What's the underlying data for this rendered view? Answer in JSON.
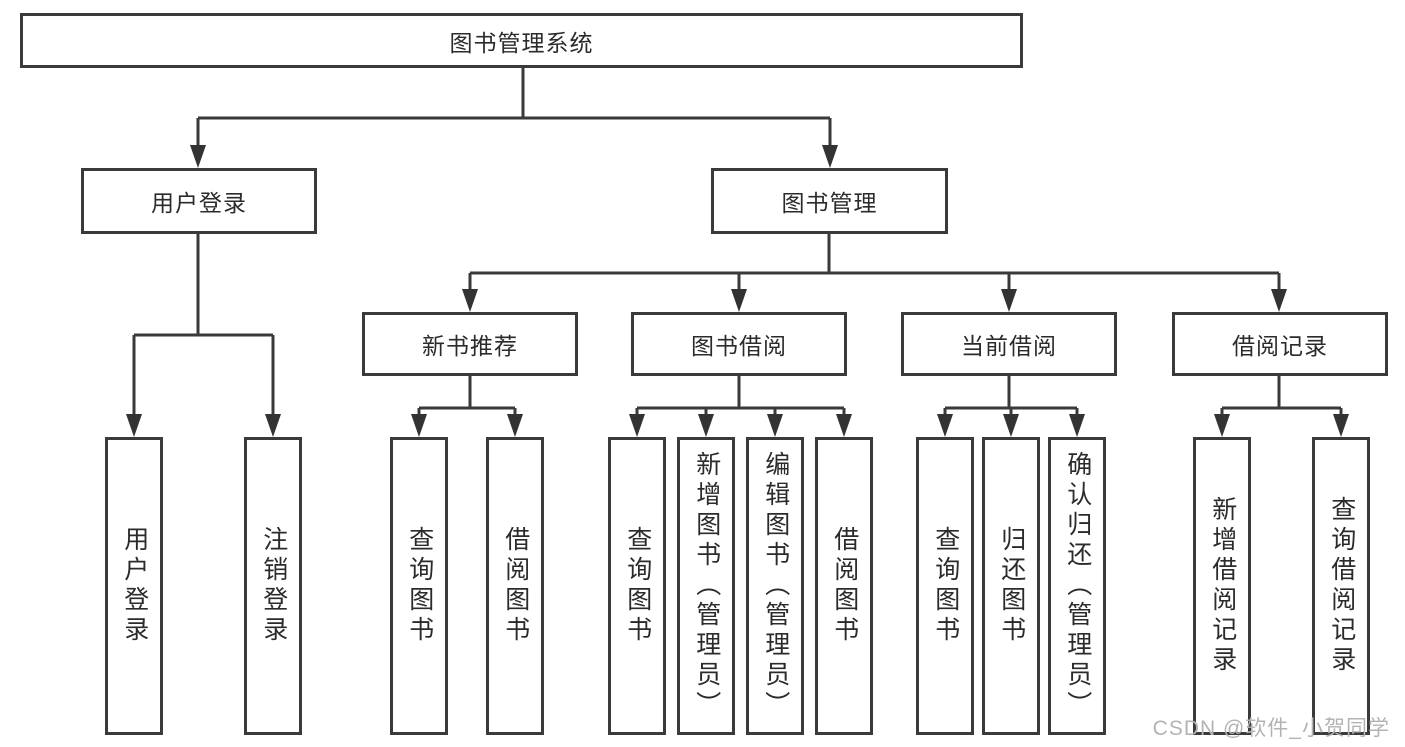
{
  "diagram": {
    "type": "hierarchy-tree",
    "root": {
      "label": "图书管理系统",
      "children": [
        {
          "label": "用户登录",
          "children": [
            {
              "label": "用户登录"
            },
            {
              "label": "注销登录"
            }
          ]
        },
        {
          "label": "图书管理",
          "children": [
            {
              "label": "新书推荐",
              "children": [
                {
                  "label": "查询图书"
                },
                {
                  "label": "借阅图书"
                }
              ]
            },
            {
              "label": "图书借阅",
              "children": [
                {
                  "label": "查询图书"
                },
                {
                  "label": "新增图书（管理员）"
                },
                {
                  "label": "编辑图书（管理员）"
                },
                {
                  "label": "借阅图书"
                }
              ]
            },
            {
              "label": "当前借阅",
              "children": [
                {
                  "label": "查询图书"
                },
                {
                  "label": "归还图书"
                },
                {
                  "label": "确认归还（管理员）"
                }
              ]
            },
            {
              "label": "借阅记录",
              "children": [
                {
                  "label": "新增借阅记录"
                },
                {
                  "label": "查询借阅记录"
                }
              ]
            }
          ]
        }
      ]
    }
  },
  "watermark": {
    "text": "CSDN @软件_小贺同学"
  },
  "colors": {
    "line": "#3a3a3a",
    "arrow": "#333333",
    "text": "#2b2b2b",
    "watermark": "#b3b3b3",
    "background": "#ffffff"
  }
}
